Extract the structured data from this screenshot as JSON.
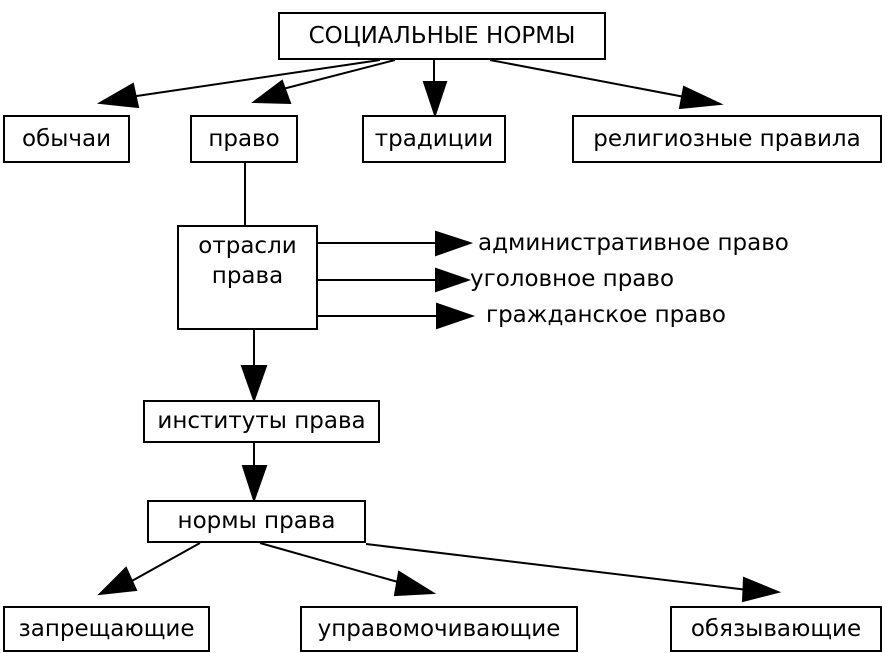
{
  "diagram": {
    "root": {
      "label": "СОЦИАЛЬНЫЕ НОРМЫ"
    },
    "social_norm_types": [
      {
        "label": "обычаи"
      },
      {
        "label": "право"
      },
      {
        "label": "традиции"
      },
      {
        "label": "религиозные правила"
      }
    ],
    "branches_of_law": {
      "label_line1": "отрасли",
      "label_line2": "права",
      "branches": [
        {
          "label": "административное право"
        },
        {
          "label": "уголовное право"
        },
        {
          "label": "гражданское право"
        }
      ]
    },
    "institutes_of_law": {
      "label": "институты права"
    },
    "norms_of_law": {
      "label": "нормы права"
    },
    "norm_types": [
      {
        "label": "запрещающие"
      },
      {
        "label": "управомочивающие"
      },
      {
        "label": "обязывающие"
      }
    ],
    "edges": [
      {
        "from": "СОЦИАЛЬНЫЕ НОРМЫ",
        "to": "обычаи"
      },
      {
        "from": "СОЦИАЛЬНЫЕ НОРМЫ",
        "to": "право"
      },
      {
        "from": "СОЦИАЛЬНЫЕ НОРМЫ",
        "to": "традиции"
      },
      {
        "from": "СОЦИАЛЬНЫЕ НОРМЫ",
        "to": "религиозные правила"
      },
      {
        "from": "право",
        "to": "отрасли права"
      },
      {
        "from": "отрасли права",
        "to": "административное право"
      },
      {
        "from": "отрасли права",
        "to": "уголовное право"
      },
      {
        "from": "отрасли права",
        "to": "гражданское право"
      },
      {
        "from": "отрасли права",
        "to": "институты права"
      },
      {
        "from": "институты права",
        "to": "нормы права"
      },
      {
        "from": "нормы права",
        "to": "запрещающие"
      },
      {
        "from": "нормы права",
        "to": "управомочивающие"
      },
      {
        "from": "нормы права",
        "to": "обязывающие"
      }
    ]
  }
}
